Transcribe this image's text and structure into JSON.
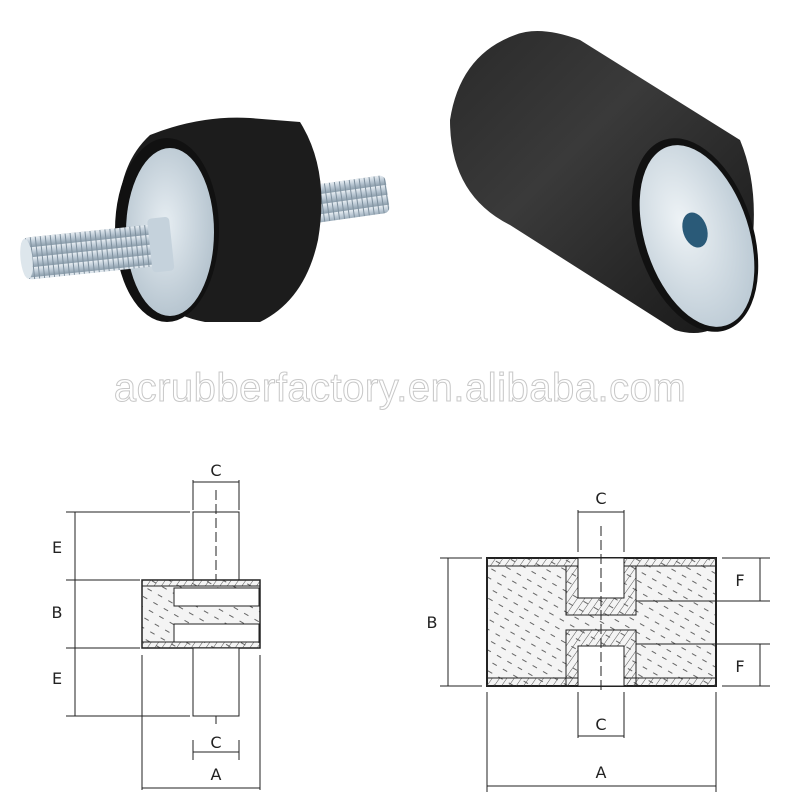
{
  "watermark": {
    "text": "acrubberfactory.en.alibaba.com"
  },
  "photos": [
    {
      "id": "male-male-mount",
      "description": "Black rubber cylinder with threaded zinc-plated studs on both ends"
    },
    {
      "id": "female-female-mount",
      "description": "Black rubber cylinder with zinc-plated end plate and internal threaded hole"
    }
  ],
  "diagrams": {
    "left": {
      "type": "male-male (stud-stud) mount",
      "labels": {
        "top_c": "C",
        "bottom_c": "C",
        "e_top": "E",
        "b": "B",
        "e_bottom": "E",
        "a": "A"
      }
    },
    "right": {
      "type": "female-female mount",
      "labels": {
        "top_c": "C",
        "bottom_c": "C",
        "b": "B",
        "f_top": "F",
        "f_bottom": "F",
        "a": "A"
      }
    }
  },
  "colors": {
    "rubber": "#1e1e1e",
    "metal": "#c9d6e0",
    "line": "#222222",
    "watermark_stroke": "#c8c8c8"
  }
}
